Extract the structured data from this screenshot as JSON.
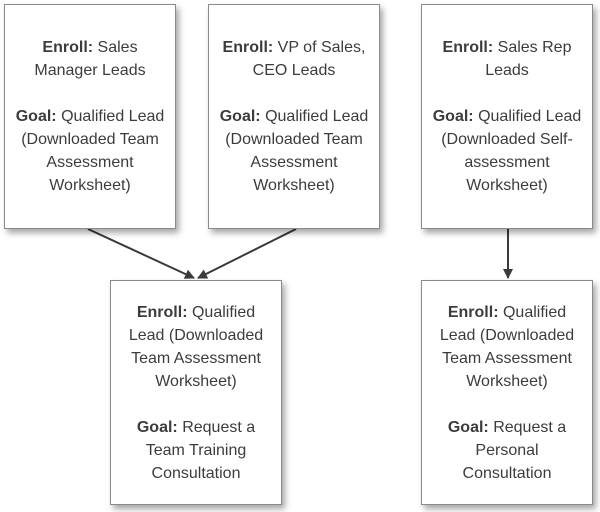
{
  "labels": {
    "enroll": "Enroll:",
    "goal": "Goal:"
  },
  "boxes": [
    {
      "enroll": "Sales Manager Leads",
      "goal": "Qualified Lead (Downloaded Team Assessment Worksheet)"
    },
    {
      "enroll": "VP of Sales, CEO Leads",
      "goal": "Qualified Lead (Downloaded Team Assessment Worksheet)"
    },
    {
      "enroll": "Sales Rep Leads",
      "goal": "Qualified Lead (Downloaded Self-assessment Worksheet)"
    },
    {
      "enroll": "Qualified Lead (Downloaded Team Assessment Worksheet)",
      "goal": "Request a Team Training Consultation"
    },
    {
      "enroll": "Qualified Lead (Downloaded Team Assessment Worksheet)",
      "goal": "Request a Personal Consultation"
    }
  ],
  "colors": {
    "border": "#8a8a8a",
    "arrow": "#3a3a3a",
    "text": "#3c3c3c"
  }
}
